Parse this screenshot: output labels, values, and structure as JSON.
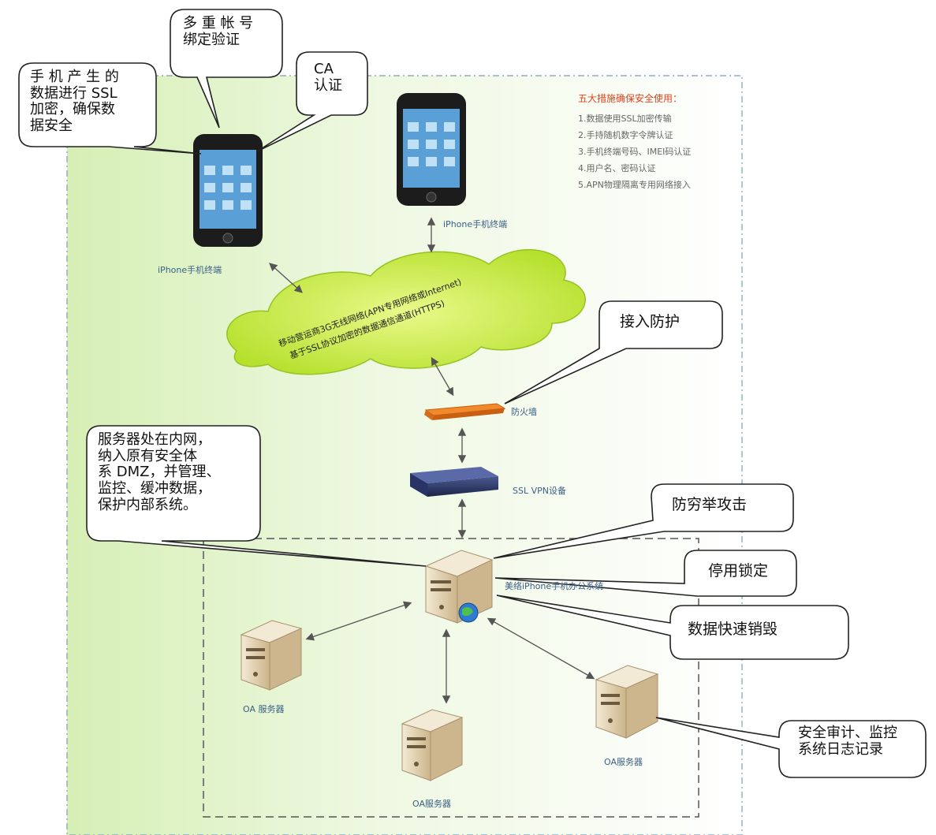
{
  "callouts": {
    "ssl": "手 机 产 生 的\n数据进行 SSL\n加密，确保数\n据安全",
    "multi_account": "多 重 帐 号\n绑定验证",
    "ca": "CA\n认证",
    "access_protect": "接入防护",
    "server_dmz": "服务器处在内网，\n纳入原有安全体\n系 DMZ，并管理、\n监控、缓冲数据，\n保护内部系统。",
    "anti_exhaustive": "防穷举攻击",
    "disable_lock": "停用锁定",
    "data_destroy": "数据快速销毁",
    "audit": "安全审计、监控\n系统日志记录"
  },
  "labels": {
    "iphone_left": "iPhone手机终端",
    "iphone_right": "iPhone手机终端",
    "cloud_line1": "移动营运商3G无线网络(APN专用网络或Internet)",
    "cloud_line2": "基于SSL协议加密的数据通信通道(HTTPS)",
    "firewall": "防火墙",
    "ssl_vpn": "SSL VPN设备",
    "main_server": "美络iPhone手机办公系统",
    "oa_left": "OA 服务器",
    "oa_bottom": "OA服务器",
    "oa_right": "OA服务器"
  },
  "security_rules": {
    "title": "五大措施确保安全使用：",
    "items": [
      "1.数据使用SSL加密传输",
      "2.手持随机数字令牌认证",
      "3.手机终端号码、IMEI码认证",
      "4.用户名、密码认证",
      "5.APN物理隔离专用网络接入"
    ]
  },
  "colors": {
    "cloud": "#c9ec3f",
    "firewall": "#f08a2c",
    "vpn": "#2f3a6b",
    "server": "#e6d7b8",
    "bg_gradient_start": "#dff3c4",
    "border": "#7a9cc0"
  }
}
